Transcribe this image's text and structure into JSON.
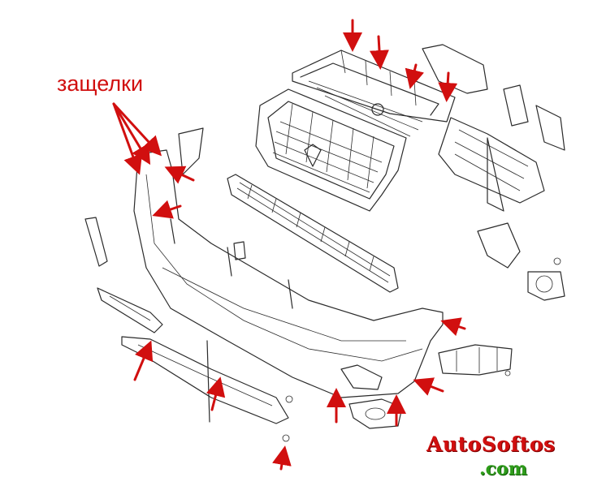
{
  "labels": {
    "latches": "защелки"
  },
  "watermark": {
    "line1": "AutoSoftos",
    "line2": ".com"
  },
  "colors": {
    "arrow": "#d10f0f",
    "watermark_primary": "#d10f0f",
    "watermark_secondary": "#2e9c1a",
    "line_art": "#2b2b2b"
  }
}
